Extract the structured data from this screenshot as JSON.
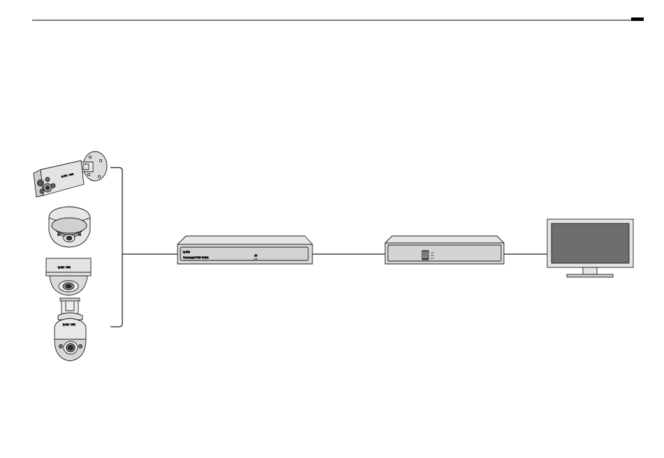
{
  "header": {
    "rule_color": "#000000"
  },
  "diagram": {
    "line_color": "#1a1a1a",
    "device_fill": "#d9d9d9",
    "device_panel_fill": "#d4d4d4",
    "monitor_screen_fill": "#6e6e6e",
    "cameras": [
      {
        "name": "bullet-camera",
        "icon": "bullet-camera-icon",
        "brand_text": "tp-link · VIGI"
      },
      {
        "name": "turret-camera",
        "icon": "turret-camera-icon"
      },
      {
        "name": "dome-camera",
        "icon": "dome-camera-icon",
        "brand_text": "tp-link · VIGI"
      },
      {
        "name": "ptz-camera",
        "icon": "ptz-camera-icon",
        "brand_text": "tp-link · VIGI"
      }
    ],
    "switch": {
      "icon": "poe-switch-icon",
      "brand_text": "tp-link",
      "model_text": "Unmanaged PoE+ Switch"
    },
    "nvr": {
      "icon": "nvr-icon"
    },
    "monitor": {
      "icon": "monitor-icon"
    }
  }
}
